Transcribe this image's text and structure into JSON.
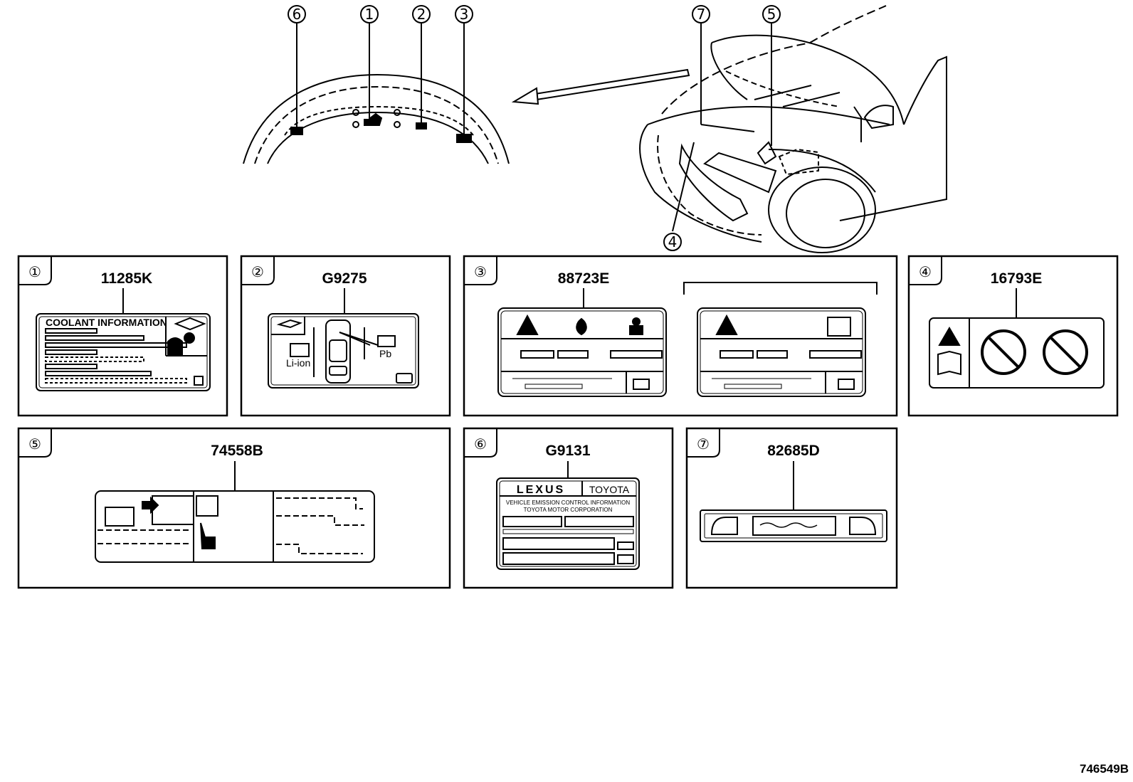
{
  "callouts": {
    "c1": "①",
    "c2": "②",
    "c3": "③",
    "c4": "④",
    "c5": "⑤",
    "c6": "⑥",
    "c7": "⑦"
  },
  "panels": [
    {
      "index": "①",
      "part_number": "11285K",
      "label_title": "COOLANT INFORMATION"
    },
    {
      "index": "②",
      "part_number": "G9275",
      "battery_left": "Li-ion",
      "battery_right": "Pb"
    },
    {
      "index": "③",
      "part_number": "88723E"
    },
    {
      "index": "④",
      "part_number": "16793E"
    },
    {
      "index": "⑤",
      "part_number": "74558B"
    },
    {
      "index": "⑥",
      "part_number": "G9131",
      "brand_left": "LEXUS",
      "brand_right": "TOYOTA",
      "line1": "VEHICLE EMISSION CONTROL INFORMATION",
      "line2": "TOYOTA MOTOR CORPORATION"
    },
    {
      "index": "⑦",
      "part_number": "82685D"
    }
  ],
  "reference_code": "746549B"
}
